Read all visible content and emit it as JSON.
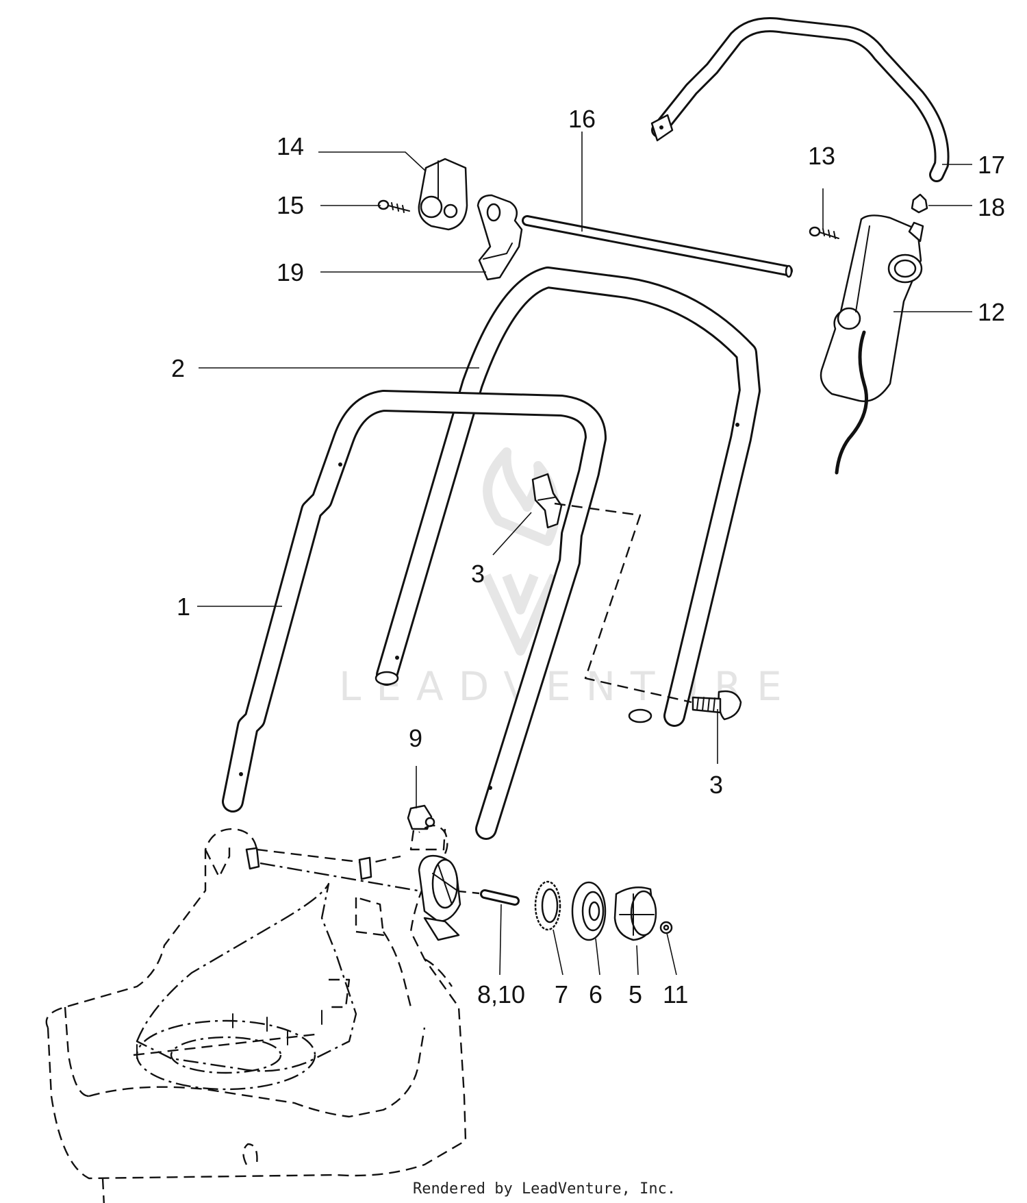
{
  "diagram": {
    "labels": {
      "p1": "1",
      "p2": "2",
      "p3_upper": "3",
      "p3_lower": "3",
      "p5": "5",
      "p6": "6",
      "p7": "7",
      "p8_10": "8,10",
      "p9": "9",
      "p11": "11",
      "p12": "12",
      "p13": "13",
      "p14": "14",
      "p15": "15",
      "p16": "16",
      "p17": "17",
      "p18": "18",
      "p19": "19"
    },
    "watermark": "LEADVENTURE",
    "credit": "Rendered by LeadVenture, Inc."
  }
}
